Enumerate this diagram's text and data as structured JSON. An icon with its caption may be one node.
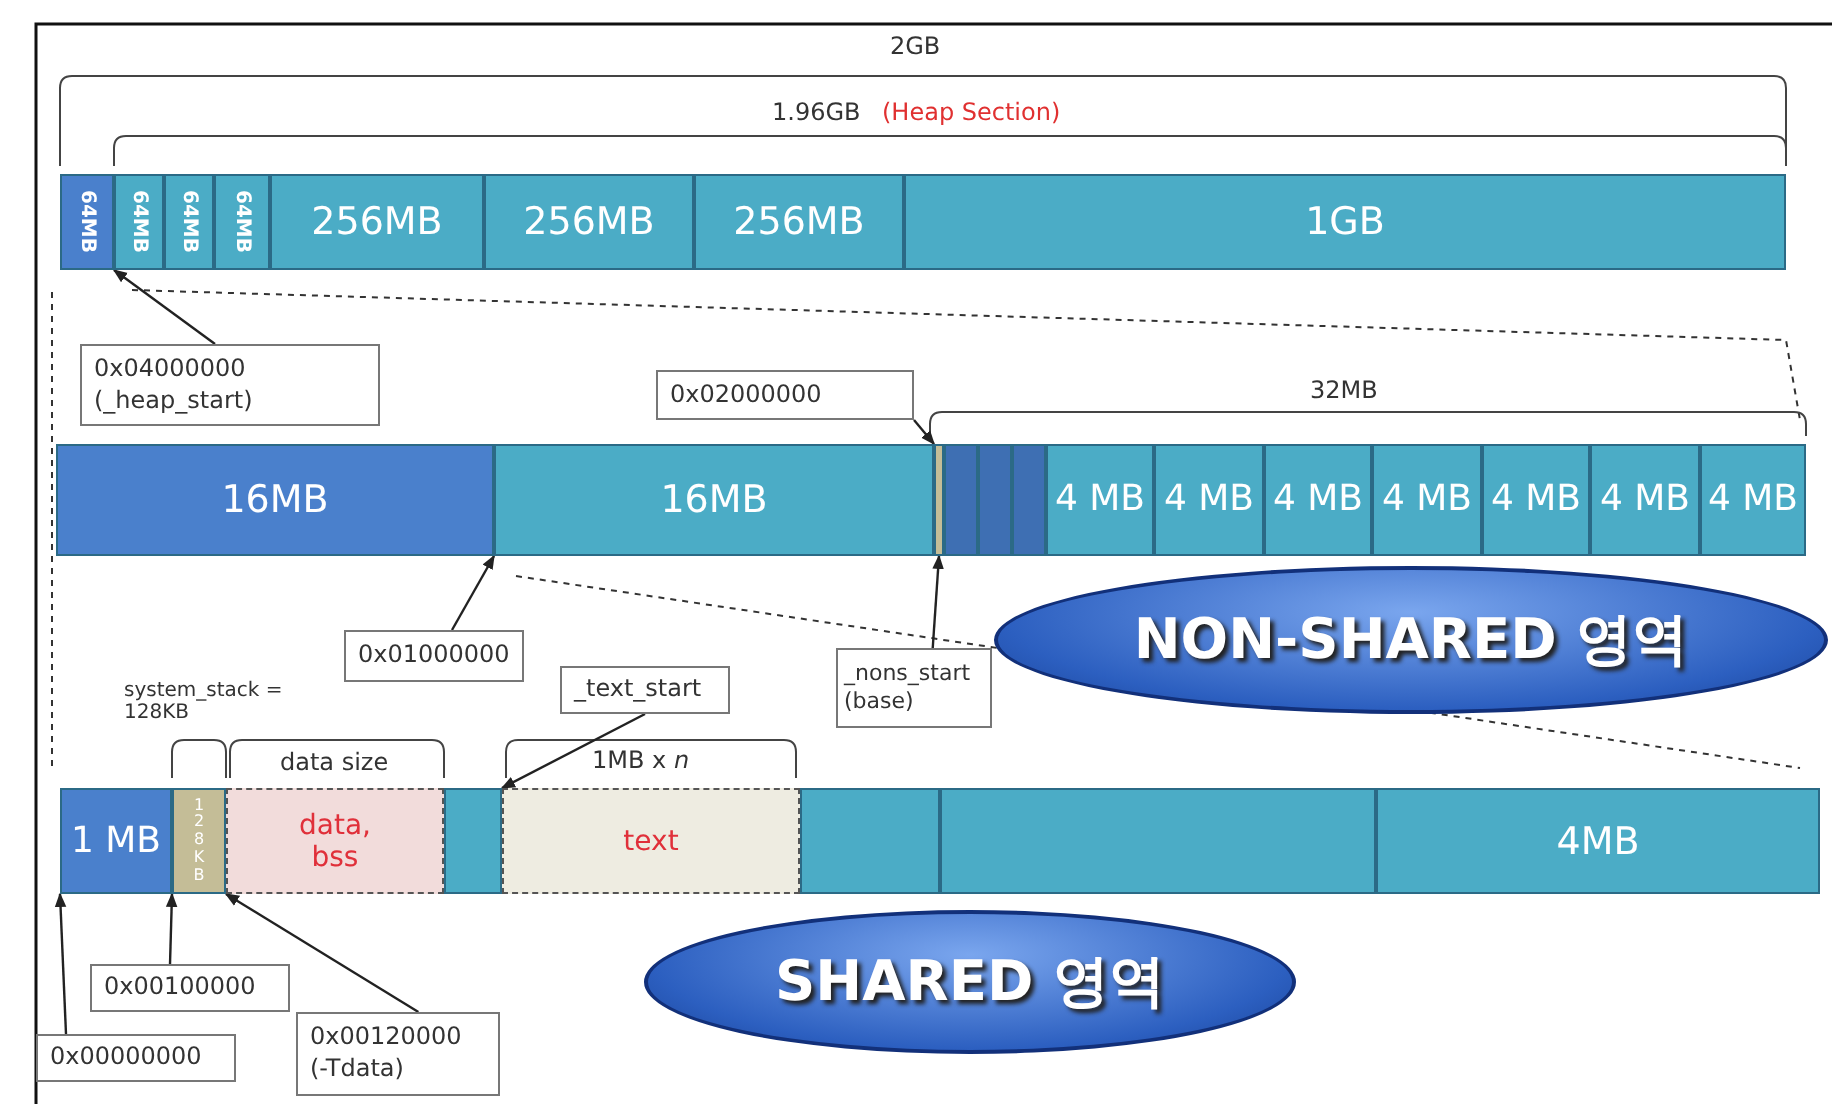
{
  "diagram": {
    "nodes": [
      {
        "text": [
          "64MB"
        ]
      },
      {
        "text": [
          "64MB"
        ]
      },
      {
        "text": [
          "64MB"
        ]
      },
      {
        "text": [
          "64MB"
        ]
      },
      {
        "text": [
          "256MB"
        ]
      },
      {
        "text": [
          "256MB"
        ]
      },
      {
        "text": [
          "256MB"
        ]
      },
      {
        "text": [
          "1GB"
        ]
      },
      {
        "text": [
          "0x04000000 (_heap_start)"
        ]
      },
      {
        "text": [
          "0x02000000"
        ]
      },
      {
        "text": [
          "16MB"
        ]
      },
      {
        "text": [
          "16MB"
        ]
      },
      {
        "text": [],
        "shape": "bar"
      },
      {
        "text": [],
        "shape": "bar"
      },
      {
        "text": [],
        "shape": "bar"
      },
      {
        "text": [],
        "shape": "bar"
      },
      {
        "text": [
          "4 MB"
        ]
      },
      {
        "text": [
          "4 MB"
        ]
      },
      {
        "text": [
          "4 MB"
        ]
      },
      {
        "text": [
          "4 MB"
        ]
      },
      {
        "text": [
          "4 MB"
        ]
      },
      {
        "text": [
          "4 MB"
        ]
      },
      {
        "text": [
          "4 MB"
        ]
      },
      {
        "text": [
          "NON-SHARED 영역"
        ]
      },
      {
        "text": [
          "0x01000000"
        ]
      },
      {
        "text": [
          "_nons_start (base)"
        ]
      },
      {
        "text": [
          "_text_start"
        ]
      },
      {
        "text": [
          "1 MB"
        ]
      },
      {
        "text": [
          "128KB"
        ]
      },
      {
        "text": [
          "data, bss"
        ]
      },
      {
        "text": [],
        "shape": "bar"
      },
      {
        "text": [
          "text"
        ]
      },
      {
        "text": [],
        "shape": "bar"
      },
      {
        "text": [],
        "shape": "bar"
      },
      {
        "text": [
          "4MB"
        ]
      },
      {
        "text": [
          "SHARED 영역"
        ]
      },
      {
        "text": [
          "0x00100000"
        ]
      },
      {
        "text": [
          "0x00000000"
        ]
      },
      {
        "text": [
          "0x00120000 (-Tdata)"
        ]
      }
    ],
    "edges": [
      {
        "from": 8,
        "to": 1,
        "arrow": "to"
      },
      {
        "from": 9,
        "to": 12,
        "arrow": "to"
      },
      {
        "from": 24,
        "to": 11,
        "arrow": "to"
      },
      {
        "from": 25,
        "to": 12,
        "arrow": "to"
      },
      {
        "from": 26,
        "to": 31,
        "arrow": "to"
      },
      {
        "from": 36,
        "to": 28,
        "arrow": "to"
      },
      {
        "from": 37,
        "to": 27,
        "arrow": "to"
      },
      {
        "from": 38,
        "to": 29,
        "arrow": "to"
      }
    ],
    "labels": [
      "2GB",
      "1.96GB",
      "(Heap Section)",
      "32MB",
      "system_stack = 128KB",
      "data size",
      "1MB x *n*"
    ]
  }
}
